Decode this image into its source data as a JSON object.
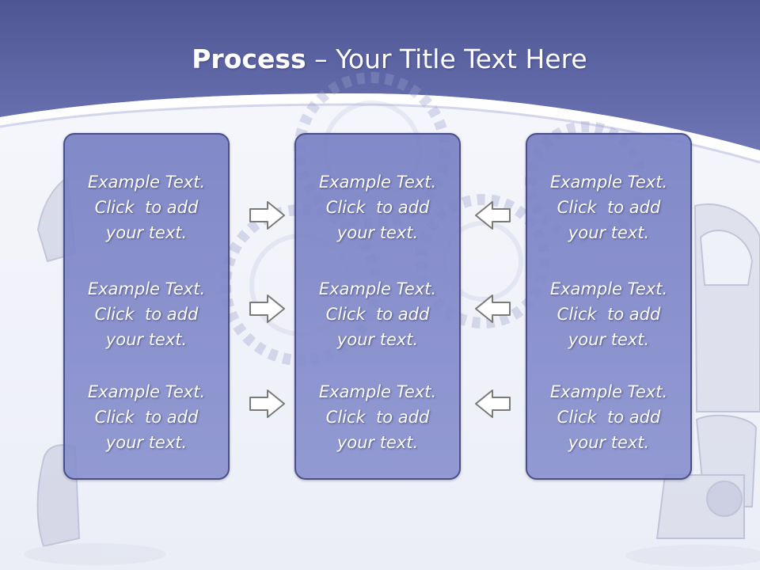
{
  "slide": {
    "title_bold": "Process",
    "title_rest": " – Your Title Text Here",
    "colors": {
      "header": "#5e67a6",
      "box_fill": "#7c84c4",
      "box_border": "#4a4f86",
      "text": "#ffffff",
      "arrow_stroke": "#7a7a7a"
    }
  },
  "columns": [
    {
      "items": [
        {
          "l1": "Example Text.",
          "l2": "Click  to add",
          "l3": "your text."
        },
        {
          "l1": "Example Text.",
          "l2": "Click  to add",
          "l3": "your text."
        },
        {
          "l1": "Example Text.",
          "l2": "Click  to add",
          "l3": "your text."
        }
      ]
    },
    {
      "items": [
        {
          "l1": "Example Text.",
          "l2": "Click  to add",
          "l3": "your text."
        },
        {
          "l1": "Example Text.",
          "l2": "Click  to add",
          "l3": "your text."
        },
        {
          "l1": "Example Text.",
          "l2": "Click  to add",
          "l3": "your text."
        }
      ]
    },
    {
      "items": [
        {
          "l1": "Example Text.",
          "l2": "Click  to add",
          "l3": "your text."
        },
        {
          "l1": "Example Text.",
          "l2": "Click  to add",
          "l3": "your text."
        },
        {
          "l1": "Example Text.",
          "l2": "Click  to add",
          "l3": "your text."
        }
      ]
    }
  ],
  "arrows": {
    "left_group": [
      "right-arrow",
      "right-arrow",
      "right-arrow"
    ],
    "right_group": [
      "left-arrow",
      "left-arrow",
      "left-arrow"
    ]
  }
}
